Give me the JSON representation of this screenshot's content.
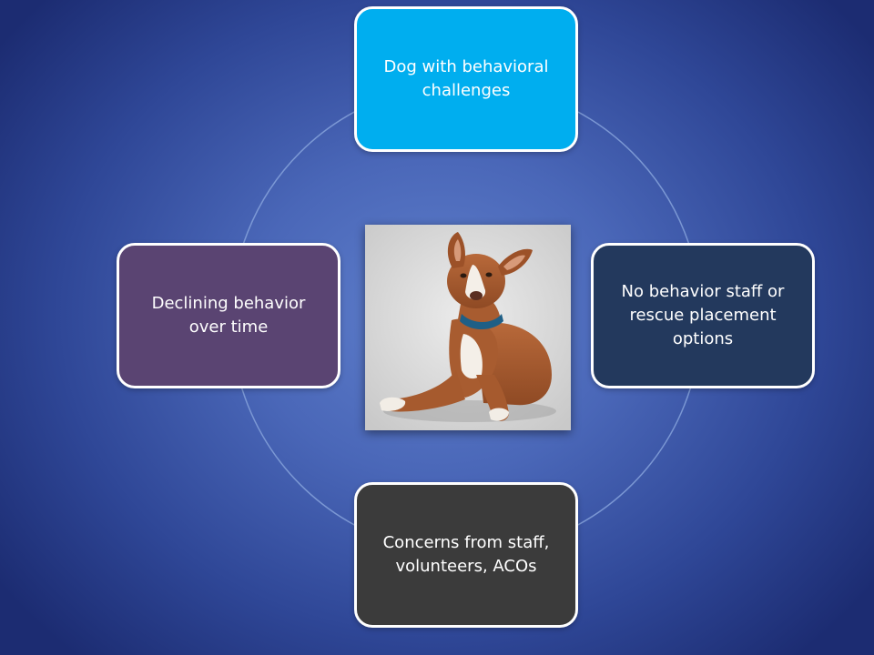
{
  "colors": {
    "ring": "#8aa6dd",
    "node_top": "#00aeef",
    "node_right": "#23395d",
    "node_bottom": "#3b3b3b",
    "node_left": "#5a4472",
    "border": "#ffffff"
  },
  "center_image": {
    "icon": "dog-photo"
  },
  "nodes": {
    "top": {
      "label": "Dog with behavioral challenges"
    },
    "right": {
      "label": "No behavior staff or rescue placement options"
    },
    "bottom": {
      "label": "Concerns from staff, volunteers, ACOs"
    },
    "left": {
      "label": "Declining behavior over time"
    }
  }
}
